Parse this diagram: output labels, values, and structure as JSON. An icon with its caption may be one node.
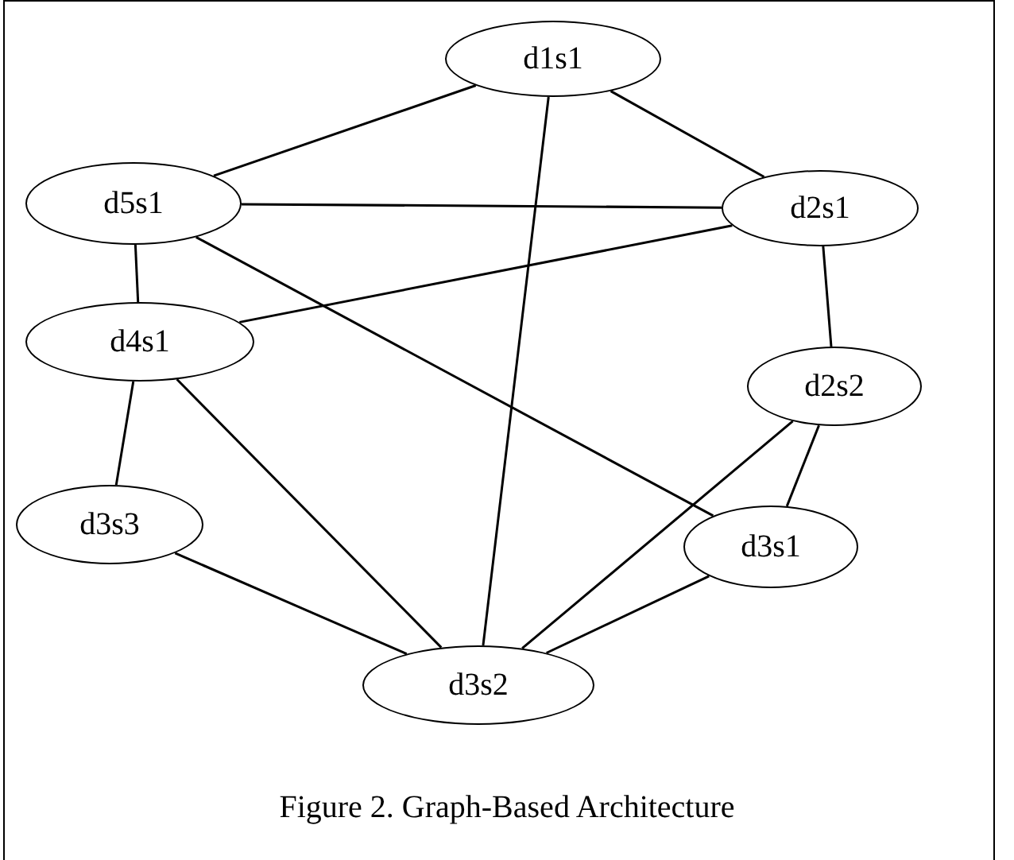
{
  "diagram": {
    "caption": "Figure 2. Graph-Based Architecture",
    "nodes": [
      {
        "text": [
          "d1s1"
        ]
      },
      {
        "text": [
          "d5s1"
        ]
      },
      {
        "text": [
          "d2s1"
        ]
      },
      {
        "text": [
          "d4s1"
        ]
      },
      {
        "text": [
          "d2s2"
        ]
      },
      {
        "text": [
          "d3s3"
        ]
      },
      {
        "text": [
          "d3s1"
        ]
      },
      {
        "text": [
          "d3s2"
        ]
      }
    ],
    "edges": [
      {
        "from": 0,
        "to": 1,
        "arrow": "none"
      },
      {
        "from": 0,
        "to": 2,
        "arrow": "none"
      },
      {
        "from": 0,
        "to": 7,
        "arrow": "none"
      },
      {
        "from": 1,
        "to": 2,
        "arrow": "none"
      },
      {
        "from": 1,
        "to": 3,
        "arrow": "none"
      },
      {
        "from": 1,
        "to": 6,
        "arrow": "none"
      },
      {
        "from": 2,
        "to": 3,
        "arrow": "none"
      },
      {
        "from": 2,
        "to": 4,
        "arrow": "none"
      },
      {
        "from": 3,
        "to": 5,
        "arrow": "none"
      },
      {
        "from": 3,
        "to": 7,
        "arrow": "none"
      },
      {
        "from": 4,
        "to": 7,
        "arrow": "none"
      },
      {
        "from": 4,
        "to": 6,
        "arrow": "none"
      },
      {
        "from": 5,
        "to": 7,
        "arrow": "none"
      },
      {
        "from": 6,
        "to": 7,
        "arrow": "none"
      }
    ]
  }
}
